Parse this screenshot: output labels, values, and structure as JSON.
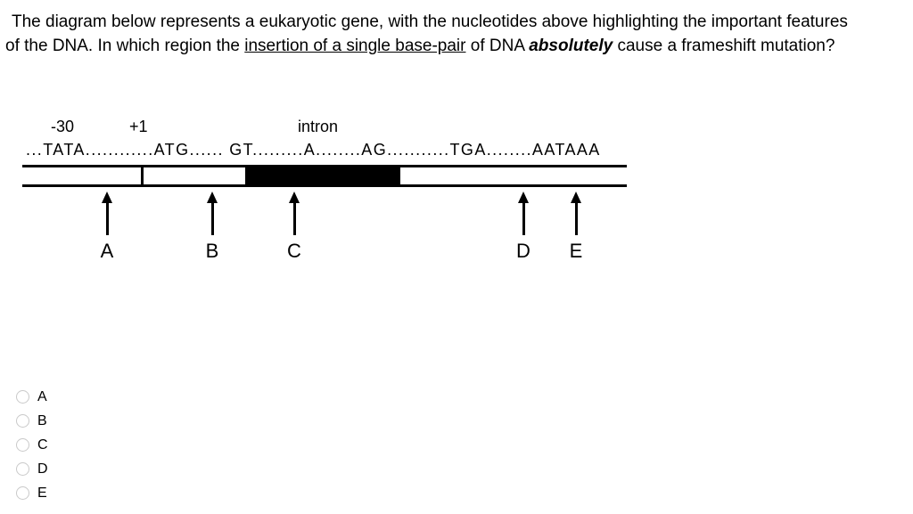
{
  "question": {
    "line1": "The diagram below represents a eukaryotic gene, with the nucleotides above highlighting the important features",
    "line2_segments": [
      {
        "text": "of the DNA. In which region the ",
        "style": "plain"
      },
      {
        "text": "insertion of a single base-pair",
        "style": "underline"
      },
      {
        "text": " of DNA ",
        "style": "plain"
      },
      {
        "text": "absolutely",
        "style": "bold-italic"
      },
      {
        "text": " cause a frameshift mutation?",
        "style": "plain"
      }
    ]
  },
  "diagram": {
    "position_labels": {
      "upstream": "-30",
      "transcription_start": "+1",
      "intron": "intron"
    },
    "sequence": "...TATA............ATG...... GT.........A........AG...........TGA........AATAAA",
    "arrows": [
      {
        "label": "A"
      },
      {
        "label": "B"
      },
      {
        "label": "C"
      },
      {
        "label": "D"
      },
      {
        "label": "E"
      }
    ]
  },
  "options": [
    {
      "label": "A",
      "selected": false
    },
    {
      "label": "B",
      "selected": false
    },
    {
      "label": "C",
      "selected": false
    },
    {
      "label": "D",
      "selected": false
    },
    {
      "label": "E",
      "selected": false
    }
  ],
  "colors": {
    "text": "#000000",
    "intron_fill": "#000000",
    "radio_border": "#c9c9c9"
  }
}
